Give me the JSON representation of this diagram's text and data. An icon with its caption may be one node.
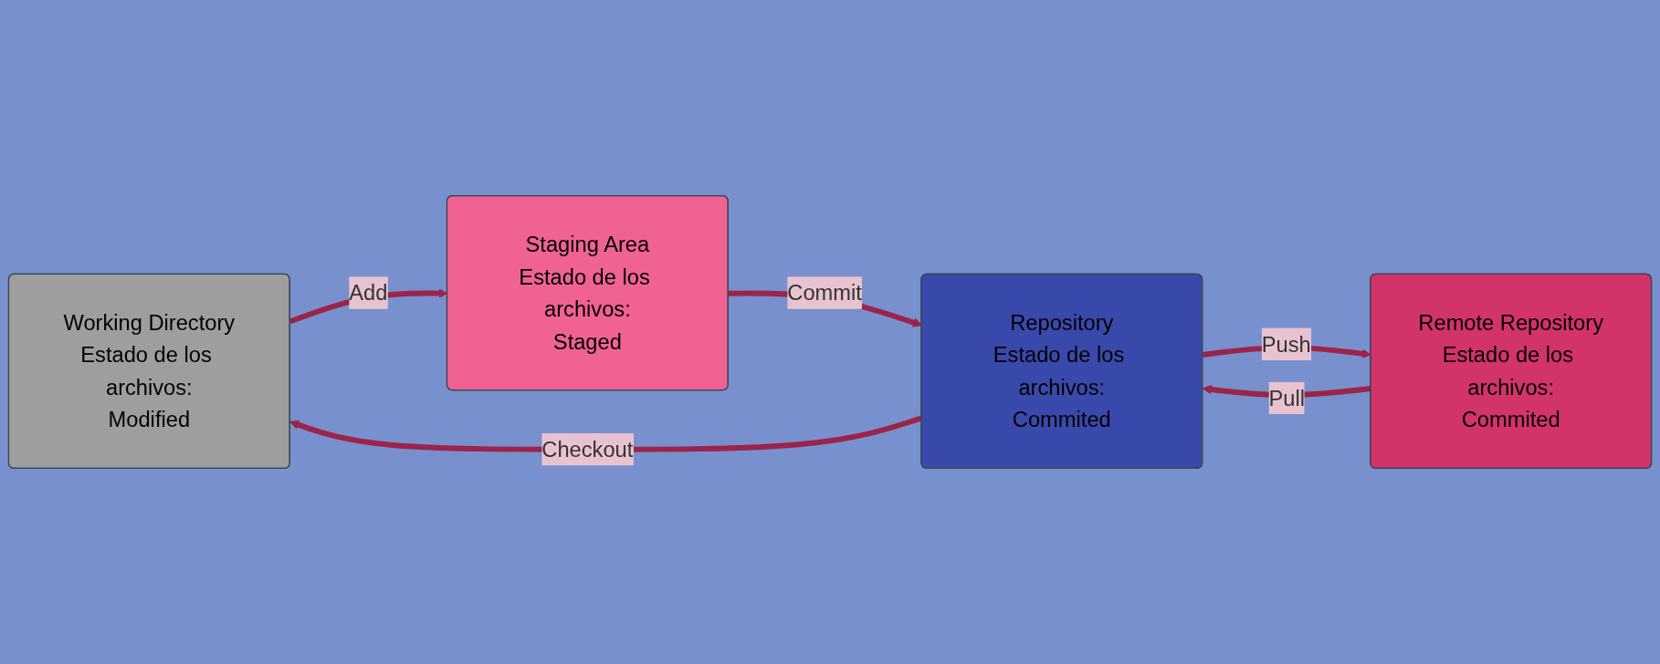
{
  "diagram": {
    "nodes": [
      {
        "text": [
          "Working Directory",
          "Estado de los archivos:",
          "Modified"
        ]
      },
      {
        "text": [
          "Staging Area",
          "Estado de los archivos:",
          "Staged"
        ]
      },
      {
        "text": [
          "Repository",
          "Estado de los archivos:",
          "Commited"
        ]
      },
      {
        "text": [
          "Remote Repository",
          "Estado de los archivos:",
          "Commited"
        ]
      }
    ],
    "edges": [
      {
        "from": 0,
        "to": 1,
        "arrow": "to",
        "label": "Add"
      },
      {
        "from": 1,
        "to": 2,
        "arrow": "to",
        "label": "Commit"
      },
      {
        "from": 2,
        "to": 3,
        "arrow": "to",
        "label": "Push"
      },
      {
        "from": 3,
        "to": 2,
        "arrow": "to",
        "label": "Pull"
      },
      {
        "from": 2,
        "to": 0,
        "arrow": "to",
        "label": "Checkout"
      }
    ]
  }
}
